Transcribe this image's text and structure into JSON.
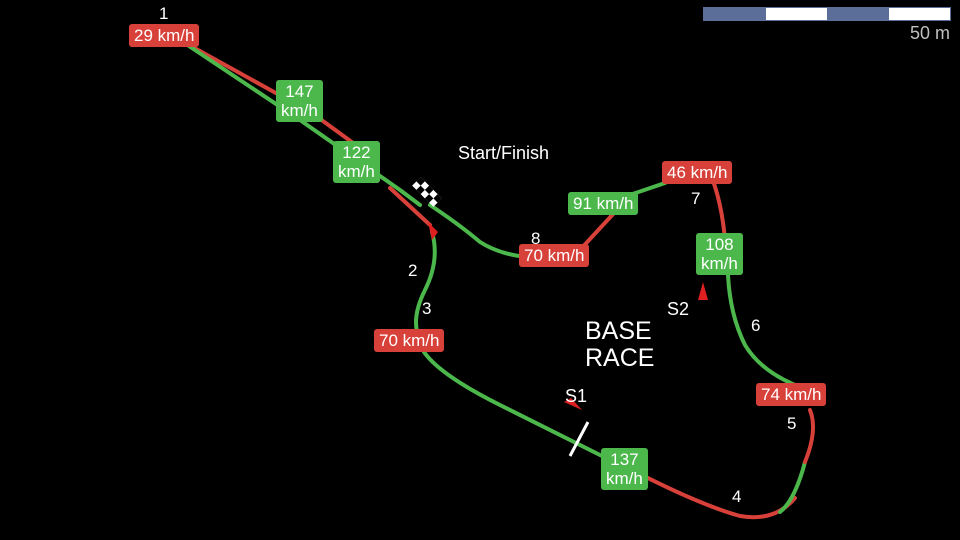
{
  "colors": {
    "background": "#000000",
    "fast": "#4cb84c",
    "slow": "#d8403a",
    "text": "#ffffff",
    "scale_dark": "#5a6e99",
    "scale_light": "#ffffff"
  },
  "scale": {
    "label": "50 m",
    "segments": [
      "dark",
      "light",
      "dark",
      "light"
    ]
  },
  "title": "BASE\nRACE",
  "start_finish_label": "Start/Finish",
  "sectors": [
    {
      "id": "s1",
      "label": "S1"
    },
    {
      "id": "s2",
      "label": "S2"
    }
  ],
  "corners": [
    {
      "id": "c1",
      "label": "1"
    },
    {
      "id": "c2",
      "label": "2"
    },
    {
      "id": "c3",
      "label": "3"
    },
    {
      "id": "c4",
      "label": "4"
    },
    {
      "id": "c5",
      "label": "5"
    },
    {
      "id": "c6",
      "label": "6"
    },
    {
      "id": "c7",
      "label": "7"
    },
    {
      "id": "c8",
      "label": "8"
    }
  ],
  "speed_labels": [
    {
      "id": "v1",
      "text": "29 km/h",
      "kind": "slow"
    },
    {
      "id": "v2",
      "text": "147\nkm/h",
      "kind": "fast"
    },
    {
      "id": "v3",
      "text": "122\nkm/h",
      "kind": "fast"
    },
    {
      "id": "v4",
      "text": "70 km/h",
      "kind": "slow"
    },
    {
      "id": "v5",
      "text": "137\nkm/h",
      "kind": "fast"
    },
    {
      "id": "v6",
      "text": "74 km/h",
      "kind": "slow"
    },
    {
      "id": "v7",
      "text": "108\nkm/h",
      "kind": "fast"
    },
    {
      "id": "v8",
      "text": "46 km/h",
      "kind": "slow"
    },
    {
      "id": "v9",
      "text": "91 km/h",
      "kind": "fast"
    },
    {
      "id": "v10",
      "text": "70 km/h",
      "kind": "slow"
    }
  ]
}
